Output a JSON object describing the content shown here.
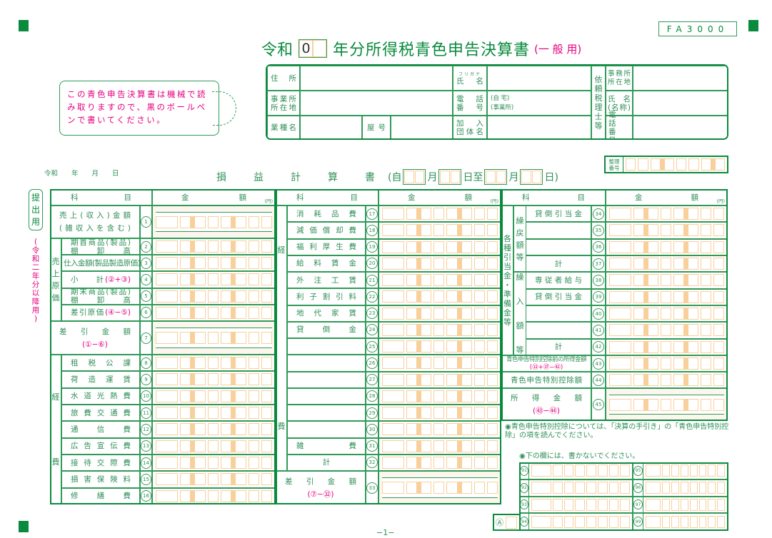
{
  "form_code": "FA3000",
  "title": {
    "prefix": "令和",
    "year": "0",
    "main": "年分所得税青色申告決算書",
    "suffix": "(一 般 用)"
  },
  "notice": "この青色申告決算書は機械で読み取りますので、黒のボールペンで書いてください。",
  "info": {
    "address": "住　所",
    "business_address": "事業所\n所在地",
    "business_type": "業種名",
    "trade_name": "屋 号",
    "furigana": "フリガナ",
    "name": "氏　名",
    "phone": "電　話\n番　号",
    "phone_home": "(自 宅)",
    "phone_office": "(事業所)",
    "association": "加　入\n団体名",
    "tax_accountant": "依\n頼\n税\n理\n士\n等",
    "office_location": "事務所\n所在地",
    "accountant_name": "氏　名\n(名称)",
    "accountant_phone": "電　話\n番　号"
  },
  "date_line": "令和　　年　　月　　日",
  "section_title": "損　益　計　算　書",
  "period": {
    "open": "(自",
    "month": "月",
    "day_to": "日至",
    "month2": "月",
    "close": "日)"
  },
  "ref_number_label": "整理\n番号",
  "side_tab": "提\n出\n用",
  "side_note": "(\n令\n和\n二\n年\n分\n以\n降\n用\n)",
  "header": {
    "item": "科　　　　目",
    "amount": "金　　　　額",
    "unit": "(円)"
  },
  "panels": [
    {
      "groups": [
        {
          "label": "売\n上\n原\n価",
          "start": 1,
          "count": 5,
          "level": 0
        },
        {
          "label": "経\n\n\n\n\n\n\n費",
          "start": 7,
          "count": 9,
          "level": 0
        }
      ],
      "rows": [
        {
          "n": "1",
          "label": "売上(収入)金額\n(雑収入を含む)",
          "tall": true
        },
        {
          "n": "2",
          "label": "期首商品(製品)\n棚　卸　高"
        },
        {
          "n": "3",
          "label": "仕入金額(製品製造原価)"
        },
        {
          "n": "4",
          "label": "小　計",
          "sub": "(②+③)"
        },
        {
          "n": "5",
          "label": "期末商品(製品)\n棚　卸　高"
        },
        {
          "n": "6",
          "label": "差引原価",
          "sub": "(④−⑤)"
        },
        {
          "n": "7",
          "label": "差　引　金　額",
          "sub": "(①−⑥)",
          "tall": true
        },
        {
          "n": "8",
          "label": "租税公課"
        },
        {
          "n": "9",
          "label": "荷造運賃"
        },
        {
          "n": "10",
          "label": "水道光熱費"
        },
        {
          "n": "11",
          "label": "旅費交通費"
        },
        {
          "n": "12",
          "label": "通信費"
        },
        {
          "n": "13",
          "label": "広告宣伝費"
        },
        {
          "n": "14",
          "label": "接待交際費"
        },
        {
          "n": "15",
          "label": "損害保険料"
        },
        {
          "n": "16",
          "label": "修繕費"
        }
      ]
    },
    {
      "groups": [
        {
          "label": "経\n\n\n\n\n\n\n\n\n\n\n\n\n\n\n\n\n\n\n費",
          "start": 0,
          "count": 16,
          "level": 0
        }
      ],
      "rows": [
        {
          "n": "17",
          "label": "消耗品費"
        },
        {
          "n": "18",
          "label": "減価償却費"
        },
        {
          "n": "19",
          "label": "福利厚生費"
        },
        {
          "n": "20",
          "label": "給料賃金"
        },
        {
          "n": "21",
          "label": "外注工賃"
        },
        {
          "n": "22",
          "label": "利子割引料"
        },
        {
          "n": "23",
          "label": "地代家賃"
        },
        {
          "n": "24",
          "label": "貸倒金"
        },
        {
          "n": "25",
          "label": ""
        },
        {
          "n": "26",
          "label": ""
        },
        {
          "n": "27",
          "label": ""
        },
        {
          "n": "28",
          "label": ""
        },
        {
          "n": "29",
          "label": ""
        },
        {
          "n": "30",
          "label": ""
        },
        {
          "n": "31",
          "label": "雑費"
        },
        {
          "n": "32",
          "label": "計",
          "center": true
        },
        {
          "n": "33",
          "label": "差　引　金　額",
          "sub": "(⑦−㉜)",
          "tall": true
        }
      ]
    },
    {
      "groups": [
        {
          "label": "各\n種\n引\n当\n金\n・\n準\n備\n金\n等",
          "start": 0,
          "count": 9,
          "level": 0
        },
        {
          "label": "繰\n戻\n額\n等",
          "start": 0,
          "count": 4,
          "level": 1
        },
        {
          "label": "繰\n\n入\n\n額\n\n等",
          "start": 4,
          "count": 5,
          "level": 1
        }
      ],
      "rows": [
        {
          "n": "34",
          "label": "貸倒引当金"
        },
        {
          "n": "35",
          "label": ""
        },
        {
          "n": "36",
          "label": ""
        },
        {
          "n": "37",
          "label": "計",
          "center": true
        },
        {
          "n": "38",
          "label": "専従者給与"
        },
        {
          "n": "39",
          "label": "貸倒引当金"
        },
        {
          "n": "40",
          "label": ""
        },
        {
          "n": "41",
          "label": ""
        },
        {
          "n": "42",
          "label": "計",
          "center": true
        },
        {
          "n": "43",
          "label": "青色申告特別控除前の所得金額",
          "sub": "(㉝+㊲−㊷)",
          "small": true
        },
        {
          "n": "44",
          "label": "青色申告特別控除額"
        },
        {
          "n": "45",
          "label": "所　得　金　額",
          "sub": "(㊸−㊹)",
          "tall": true
        }
      ]
    }
  ],
  "note_special": "◉青色申告特別控除については、「決算の手引き」の「青色申告特別控除」の項を読んでください。",
  "note_do_not_write": "◉下の欄には、書かないでください。",
  "office_grid": {
    "left": [
      "91",
      "92",
      "93",
      "94"
    ],
    "right": [
      "95",
      "96",
      "97",
      "99"
    ],
    "extra": "Ⓐ"
  },
  "page_number": "−1−",
  "colors": {
    "green": "#0a8a3e",
    "text": "#2f8f57",
    "pink": "#e4007f",
    "orange": "#f9cf9c"
  }
}
